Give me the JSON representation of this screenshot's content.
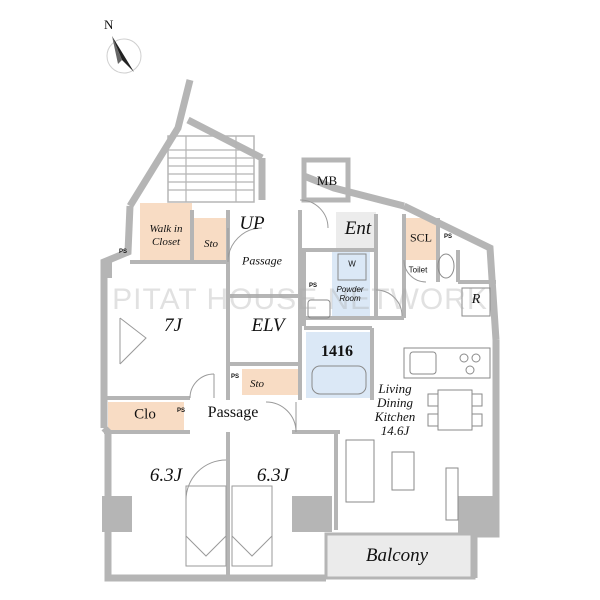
{
  "compass": {
    "label": "N"
  },
  "rooms": {
    "mb": "MB",
    "up": "UP",
    "passage_upper": "Passage",
    "walk_in_closet": "Walk in\nCloset",
    "sto_left": "Sto",
    "ent": "Ent",
    "scl": "SCL",
    "w": "W",
    "powder_room": "Powder\nRoom",
    "toilet": "Toilet",
    "r": "R",
    "bedroom_main": "7J",
    "elv": "ELV",
    "bath": "1416",
    "sto_center": "Sto",
    "clo": "Clo",
    "passage_lower": "Passage",
    "ldk": "Living\nDining\nKitchen\n14.6J",
    "bedroom_left": "6.3J",
    "bedroom_right": "6.3J",
    "balcony": "Balcony"
  },
  "ps_labels": [
    "PS",
    "PS",
    "PS",
    "PS",
    "PS"
  ],
  "watermark": "PITAT HOUSE NETWORK",
  "colors": {
    "wall": "#b5b5b5",
    "storage": "#f8dcc4",
    "bath": "#dbe8f6",
    "balcony": "#ebebeb",
    "fixture_line": "#8a8a8a"
  }
}
